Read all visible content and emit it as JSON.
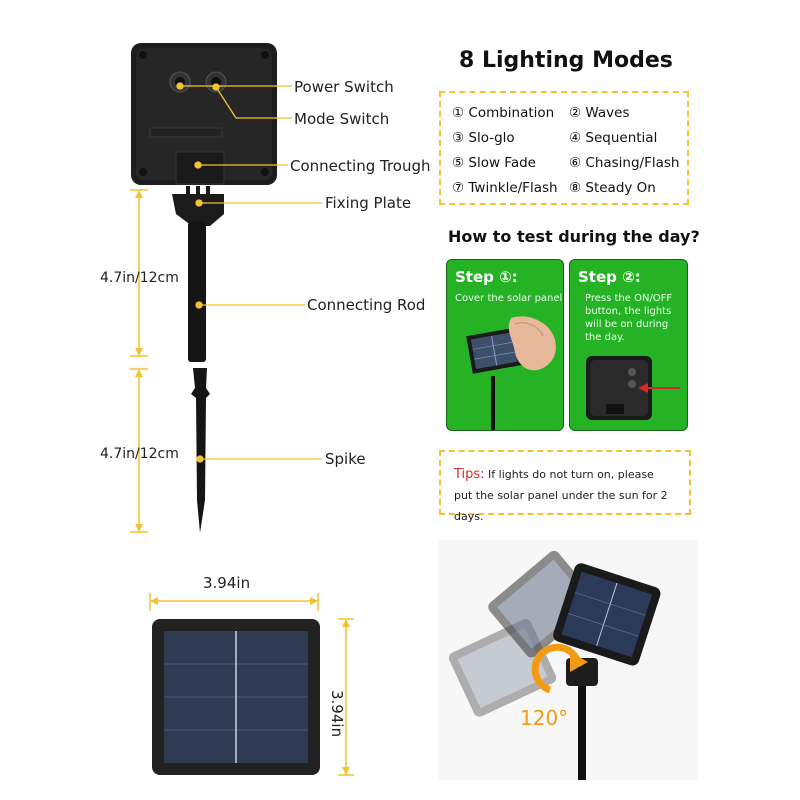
{
  "labels": {
    "power_switch": "Power Switch",
    "mode_switch": "Mode Switch",
    "connecting_trough": "Connecting Trough",
    "fixing_plate": "Fixing Plate",
    "connecting_rod": "Connecting Rod",
    "spike": "Spike"
  },
  "dimensions": {
    "rod_length": "4.7in/12cm",
    "spike_length": "4.7in/12cm",
    "panel_width": "3.94in",
    "panel_height": "3.94in"
  },
  "modes": {
    "title": "8 Lighting Modes",
    "items": [
      "① Combination",
      "② Waves",
      "③ Slo-glo",
      "④ Sequential",
      "⑤ Slow Fade",
      "⑥ Chasing∕Flash",
      "⑦ Twinkle∕Flash",
      "⑧ Steady On"
    ]
  },
  "test": {
    "title": "How to test during the day?",
    "step1_title": "Step ①:",
    "step1_text": "Cover the solar panel",
    "step2_title": "Step ②:",
    "step2_text": "Press the ON/OFF button, the lights will be on during the day."
  },
  "tips": {
    "key": "Tips:",
    "line1": " If lights do not turn on, please",
    "line2": "put the solar panel under the sun for 2 days."
  },
  "rotation": {
    "angle": "120°"
  },
  "colors": {
    "accent_yellow": "#f2c230",
    "step_green": "#25b325",
    "tips_red": "#d9262a",
    "angle_orange": "#f29b12"
  }
}
